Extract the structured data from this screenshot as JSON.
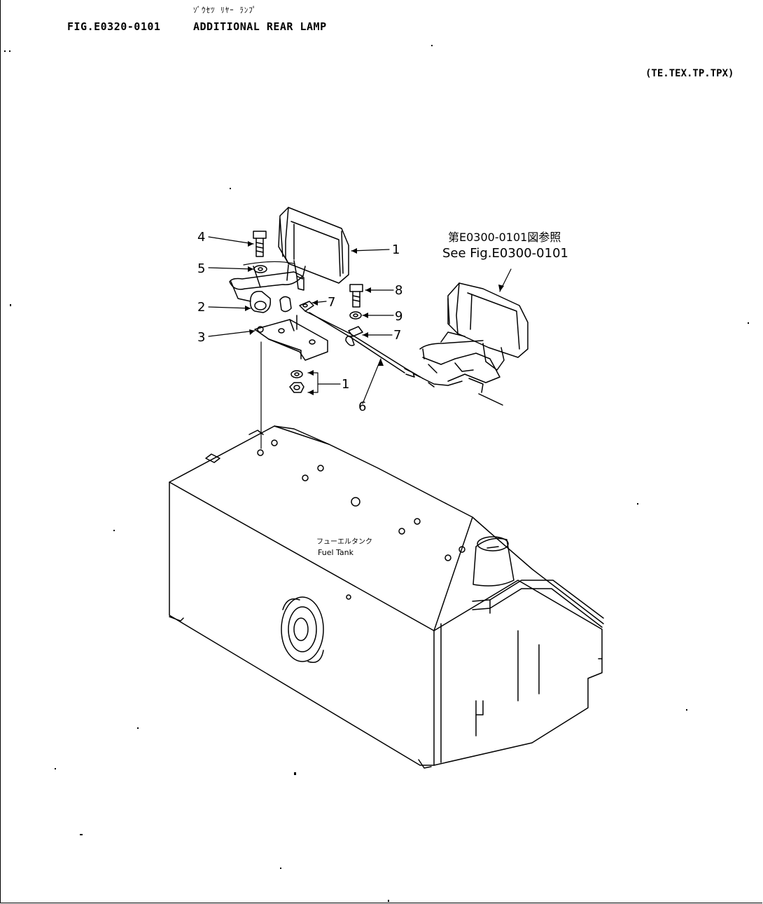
{
  "header": {
    "jp_title": "ｿﾞｳｾﾂ ﾘﾔｰ ﾗﾝﾌﾟ",
    "fig_code": "FIG.E0320-0101",
    "title": "ADDITIONAL REAR LAMP",
    "models": "(TE.TEX.TP.TPX)"
  },
  "diagram": {
    "reference_jp": "第E0300-0101図参照",
    "reference_en": "See Fig.E0300-0101",
    "tank_label_jp": "フューエルタンク",
    "tank_label_en": "Fuel Tank",
    "callouts": {
      "c1_lamp": "1",
      "c4_bolt": "4",
      "c5_washer": "5",
      "c2_clamp": "2",
      "c3_bracket": "3",
      "c8_bolt": "8",
      "c9_washer": "9",
      "c7_clip_upper": "7",
      "c7_clip_lower": "7",
      "c1_nut": "1",
      "c6_harness": "6"
    }
  }
}
